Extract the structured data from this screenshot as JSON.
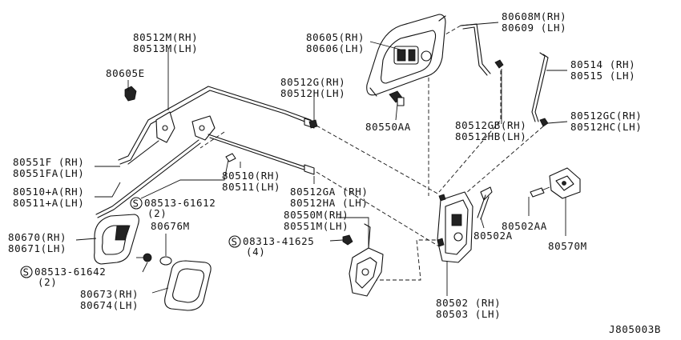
{
  "labels": {
    "p80608": [
      "80608M(RH)",
      "80609 (LH)"
    ],
    "p80605": [
      "80605(RH)",
      "80606(LH)"
    ],
    "p80512M": [
      "80512M(RH)",
      "80513M(LH)"
    ],
    "p80605E": [
      "80605E"
    ],
    "p80512G": [
      "80512G(RH)",
      "80512H(LH)"
    ],
    "p80514": [
      "80514 (RH)",
      "80515 (LH)"
    ],
    "p80550AA": [
      "80550AA"
    ],
    "p80512GB": [
      "80512GB(RH)",
      "80512HB(LH)"
    ],
    "p80512GC": [
      "80512GC(RH)",
      "80512HC(LH)"
    ],
    "p80551F": [
      "80551F (RH)",
      "80551FA(LH)"
    ],
    "p80510": [
      "80510(RH)",
      "80511(LH)"
    ],
    "p80510A": [
      "80510+A(RH)",
      "80511+A(LH)"
    ],
    "p08513_61612": [
      "08513-61612",
      "(2)"
    ],
    "p80512GA": [
      "80512GA (RH)",
      "80512HA (LH)"
    ],
    "p80676M": [
      "80676M"
    ],
    "p80550M": [
      "80550M(RH)",
      "80551M(LH)"
    ],
    "p80670": [
      "80670(RH)",
      "80671(LH)"
    ],
    "p08313_41625": [
      "08313-41625",
      "(4)"
    ],
    "p80502A": [
      "80502A"
    ],
    "p80502AA": [
      "80502AA"
    ],
    "p80570M": [
      "80570M"
    ],
    "p08513_61642": [
      "08513-61642",
      "(2)"
    ],
    "p80673": [
      "80673(RH)",
      "80674(LH)"
    ],
    "p80502": [
      "80502 (RH)",
      "80503 (LH)"
    ]
  },
  "footer": {
    "code": "J805003B"
  }
}
